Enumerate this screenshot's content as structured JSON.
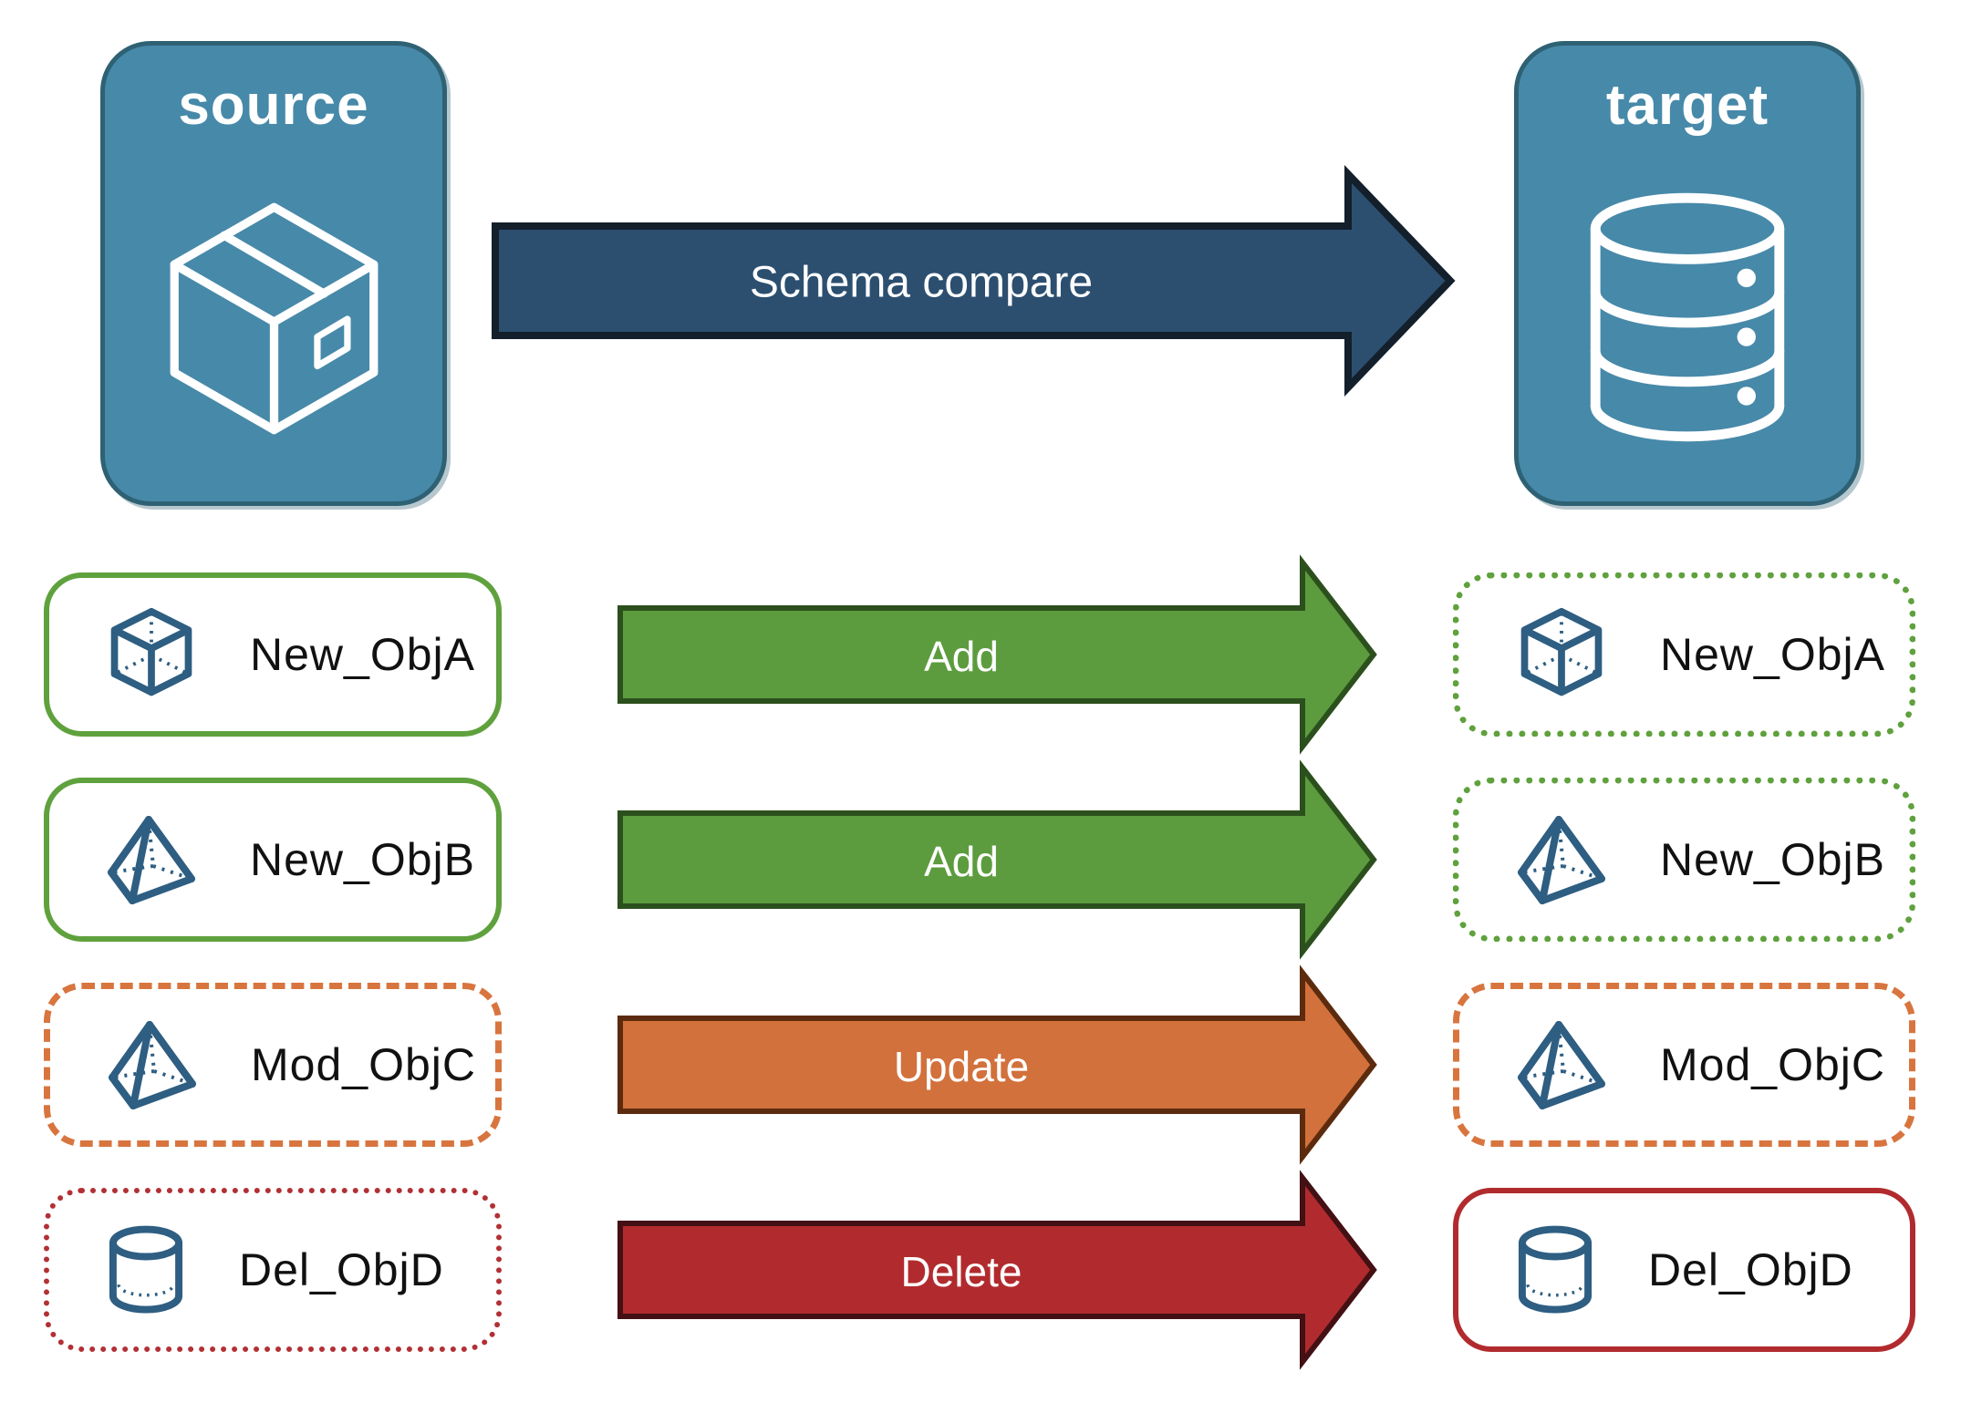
{
  "diagram": {
    "source_node": {
      "label": "source",
      "icon": "package-icon"
    },
    "target_node": {
      "label": "target",
      "icon": "database-icon"
    },
    "compare_arrow": {
      "label": "Schema compare"
    }
  },
  "rows": [
    {
      "object": "New_ObjA",
      "icon": "cube-icon",
      "action": "Add",
      "source_border": "solid-green",
      "target_border": "dotted-green"
    },
    {
      "object": "New_ObjB",
      "icon": "pyramid-icon",
      "action": "Add",
      "source_border": "solid-green",
      "target_border": "dotted-green"
    },
    {
      "object": "Mod_ObjC",
      "icon": "pyramid-icon",
      "action": "Update",
      "source_border": "dashed-orange",
      "target_border": "dashed-orange"
    },
    {
      "object": "Del_ObjD",
      "icon": "cylinder-icon",
      "action": "Delete",
      "source_border": "dotted-red",
      "target_border": "solid-red"
    }
  ],
  "colors": {
    "node_fill": "#4789A9",
    "node_border": "#2E6173",
    "compare_arrow_fill": "#2C4F70",
    "compare_arrow_border": "#131F2B",
    "add_arrow_fill": "#5C9C3E",
    "add_arrow_border": "#2C501D",
    "update_arrow_fill": "#D2713C",
    "update_arrow_border": "#5C2B0E",
    "delete_arrow_fill": "#B12B2E",
    "delete_arrow_border": "#431014",
    "new_object_border": "#5FA13D",
    "modified_object_border": "#D8753F",
    "deleted_object_border": "#B23034",
    "object_icon_color": "#2E5E82",
    "object_label_color": "#111111",
    "arrow_text_color": "#FFFFFF"
  }
}
